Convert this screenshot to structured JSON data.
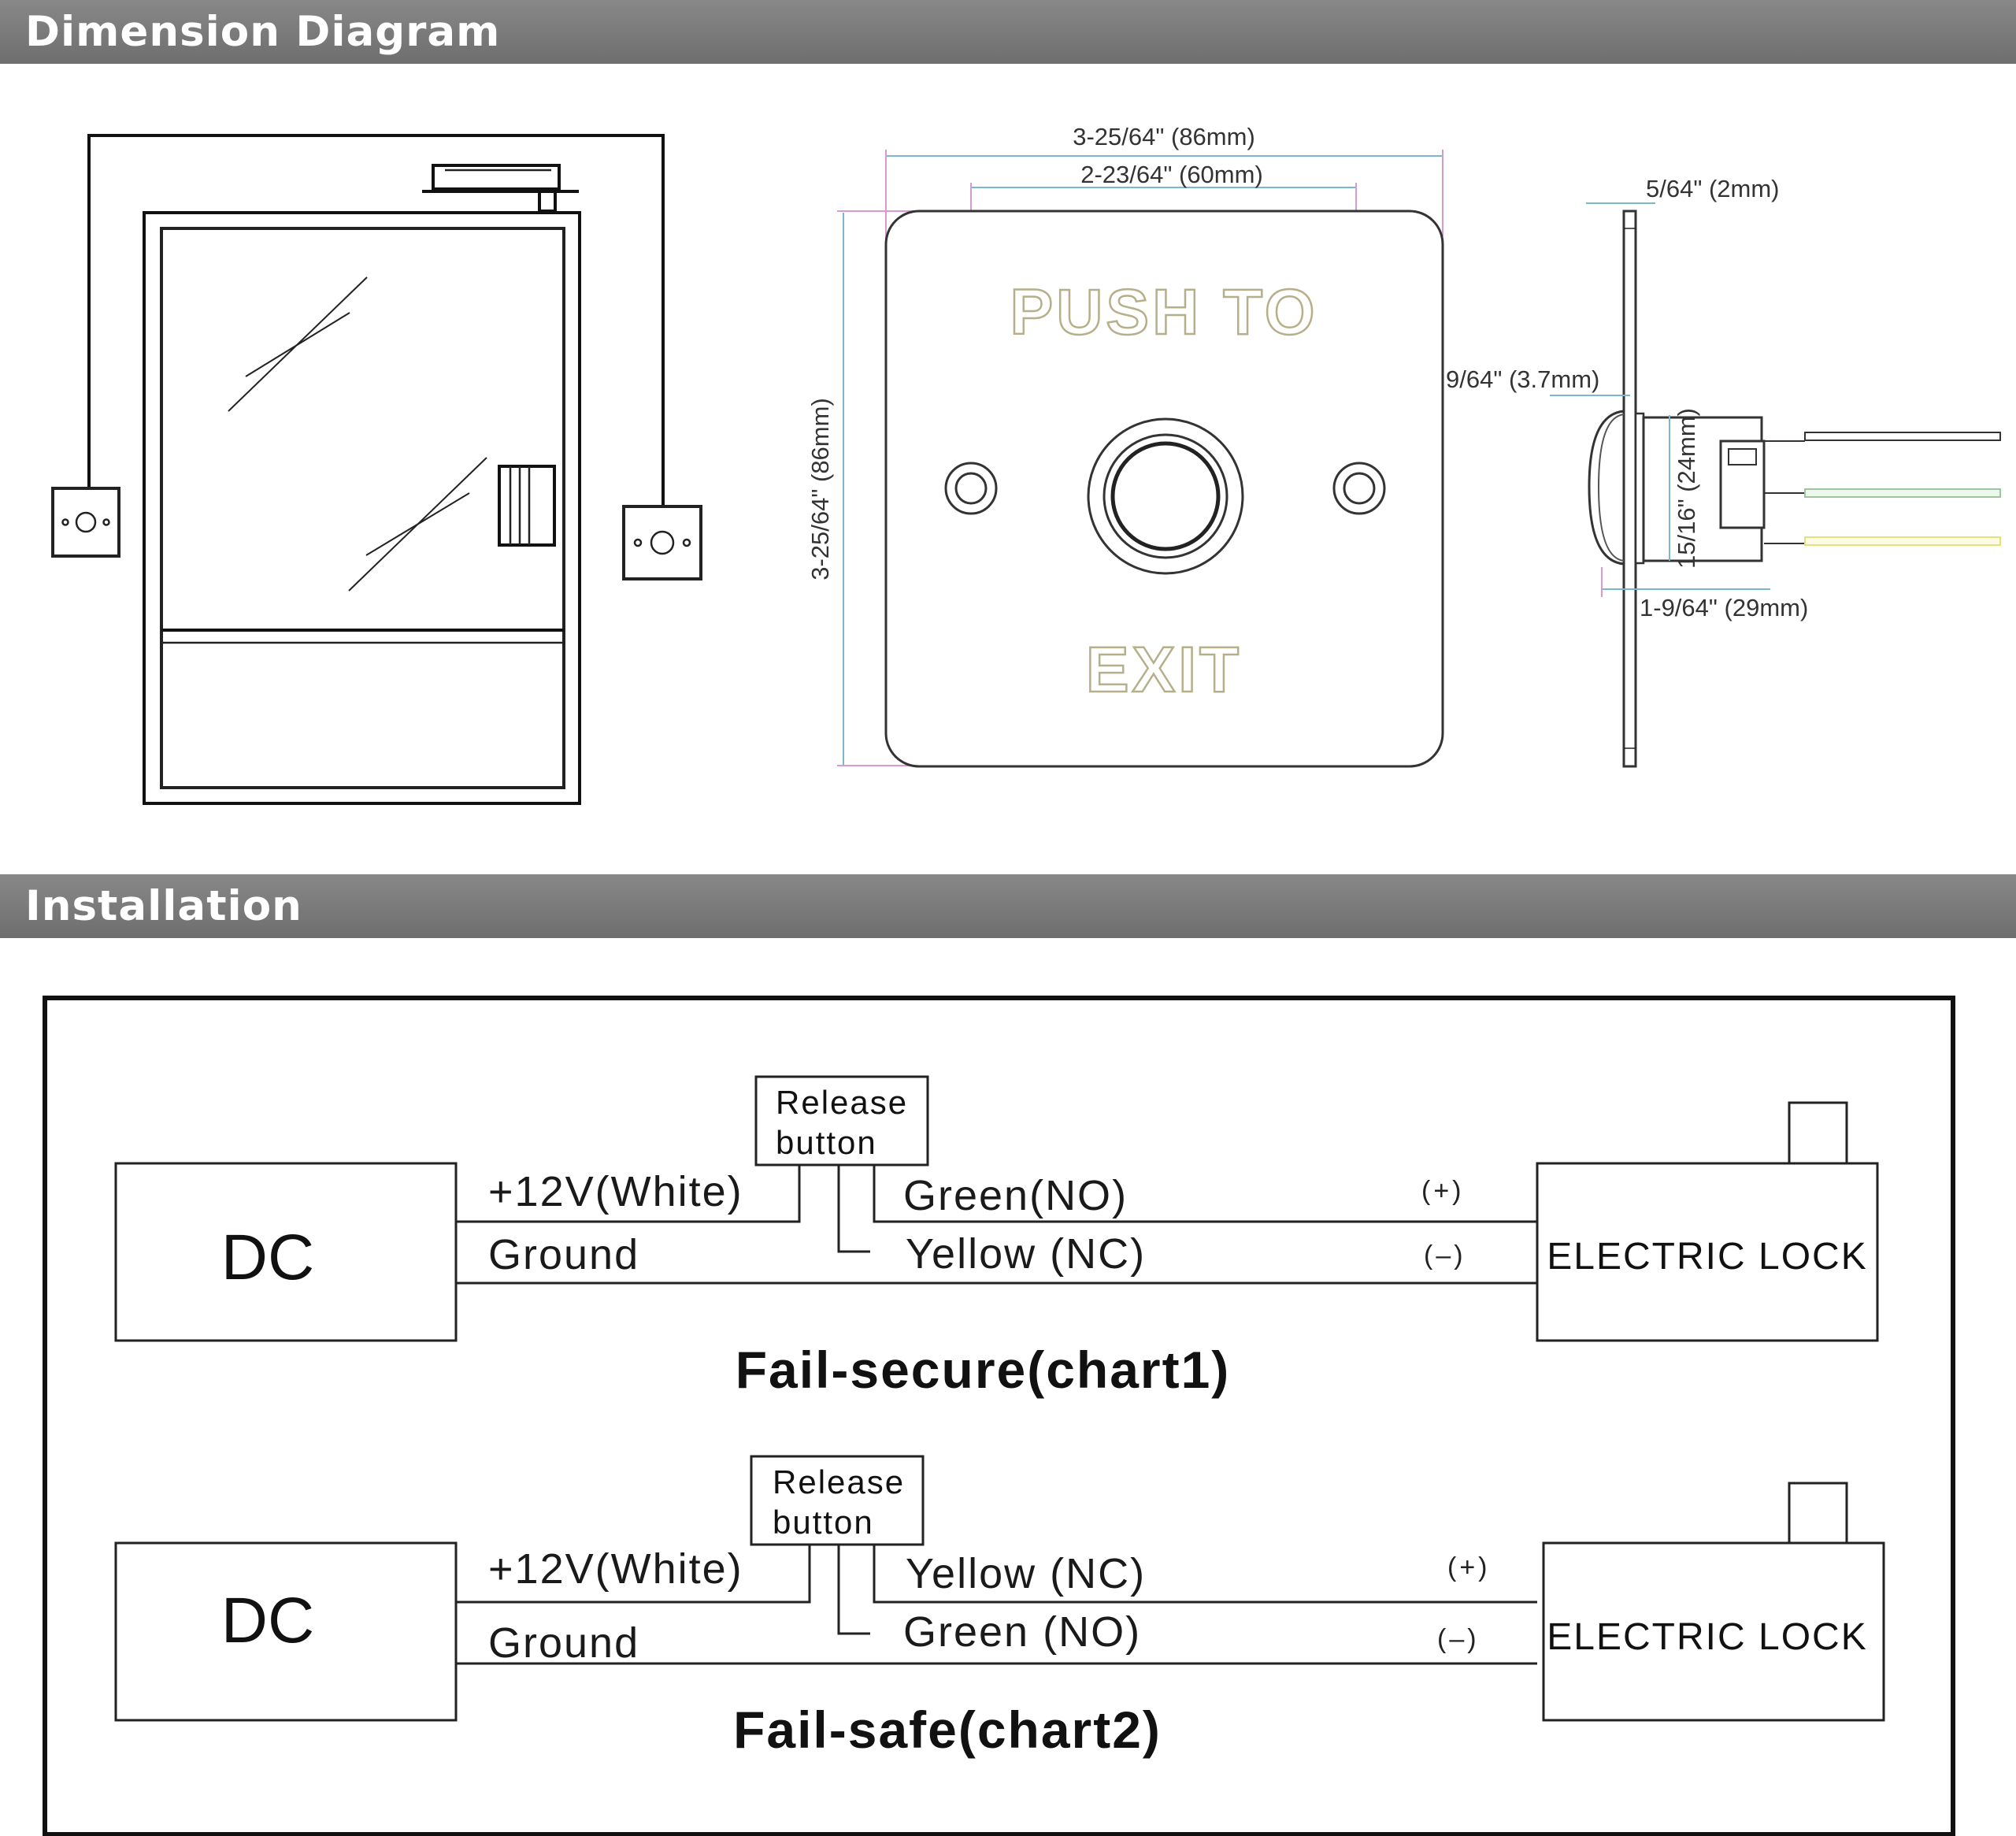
{
  "sections": {
    "dimension_title": "Dimension Diagram",
    "installation_title": "Installation"
  },
  "plate": {
    "label_top": "PUSH TO",
    "label_bottom": "EXIT"
  },
  "dimensions": {
    "overall_width": "3-25/64\" (86mm)",
    "hole_spacing": "2-23/64\" (60mm)",
    "overall_height": "3-25/64\" (86mm)",
    "plate_thickness": "5/64\" (2mm)",
    "button_protrusion": "9/64\" (3.7mm)",
    "button_diameter": "15/16\" (24mm)",
    "body_depth": "1-9/64\" (29mm)"
  },
  "chart1": {
    "dc_label": "DC",
    "lock_label": "ELECTRIC LOCK",
    "button_line1": "Release",
    "button_line2": "button",
    "wire_power": "+12V(White)",
    "wire_ground": "Ground",
    "wire_upper": "Green(NO)",
    "wire_lower": "Yellow (NC)",
    "pol_plus": "(+)",
    "pol_minus": "(–)",
    "caption": "Fail-secure(chart1)"
  },
  "chart2": {
    "dc_label": "DC",
    "lock_label": "ELECTRIC LOCK",
    "button_line1": "Release",
    "button_line2": "button",
    "wire_power": "+12V(White)",
    "wire_ground": "Ground",
    "wire_upper": "Yellow (NC)",
    "wire_lower": "Green (NO)",
    "pol_plus": "(+)",
    "pol_minus": "(–)",
    "caption": "Fail-safe(chart2)"
  },
  "colors": {
    "band": "#787878",
    "dim_line_cyan": "#7ab8d0",
    "dim_line_magenta": "#d79ad3",
    "wire_green": "#9bc79b",
    "wire_yellow": "#e6e27a"
  }
}
